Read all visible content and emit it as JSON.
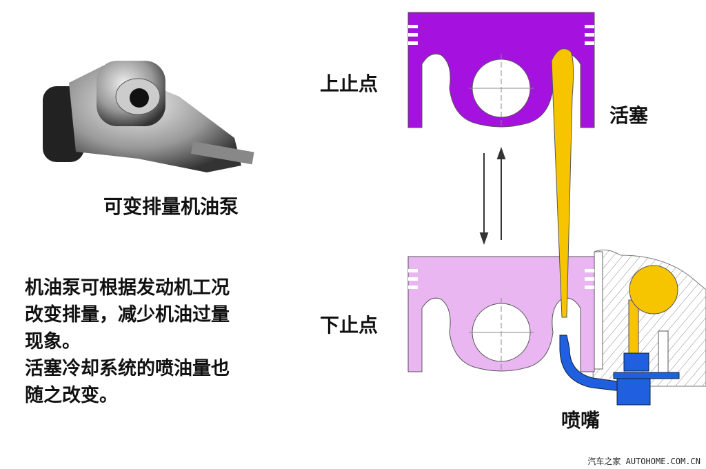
{
  "pump_label": "可变排量机油泵",
  "description": [
    "机油泵可根据发动机工况",
    "改变排量，减少机油过量",
    "现象。",
    "活塞冷却系统的喷油量也",
    "随之改变。"
  ],
  "labels": {
    "tdc": "上止点",
    "bdc": "下止点",
    "piston": "活塞",
    "nozzle": "喷嘴"
  },
  "watermark": "汽车之家 AUTOHOME.COM.CN",
  "colors": {
    "piston_top": "#a512e0",
    "piston_bottom": "#e9b6f2",
    "oil": "#f7c400",
    "nozzle": "#1f5fe0"
  }
}
